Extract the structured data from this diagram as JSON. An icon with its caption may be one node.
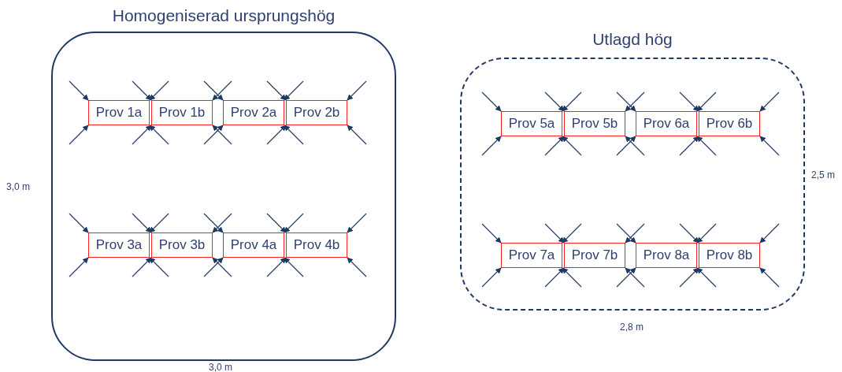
{
  "diagram": {
    "nodes": [
      {
        "text": [
          "Homogeniserad ursprungshög"
        ]
      },
      {
        "text": [
          "Prov 1a"
        ],
        "in": 0
      },
      {
        "text": [
          "Prov 1b"
        ],
        "in": 0
      },
      {
        "text": [
          "Prov 2a"
        ],
        "in": 0
      },
      {
        "text": [
          "Prov 2b"
        ],
        "in": 0
      },
      {
        "text": [
          "Prov 3a"
        ],
        "in": 0
      },
      {
        "text": [
          "Prov 3b"
        ],
        "in": 0
      },
      {
        "text": [
          "Prov 4a"
        ],
        "in": 0
      },
      {
        "text": [
          "Prov 4b"
        ],
        "in": 0
      },
      {
        "text": [
          "Utlagd hög"
        ]
      },
      {
        "text": [
          "Prov 5a"
        ],
        "in": 9
      },
      {
        "text": [
          "Prov 5b"
        ],
        "in": 9
      },
      {
        "text": [
          "Prov 6a"
        ],
        "in": 9
      },
      {
        "text": [
          "Prov 6b"
        ],
        "in": 9
      },
      {
        "text": [
          "Prov 7a"
        ],
        "in": 9
      },
      {
        "text": [
          "Prov 7b"
        ],
        "in": 9
      },
      {
        "text": [
          "Prov 8a"
        ],
        "in": 9
      },
      {
        "text": [
          "Prov 8b"
        ],
        "in": 9
      }
    ],
    "edges": [
      {
        "from": null,
        "to": 1,
        "arrow": "to"
      },
      {
        "from": null,
        "to": 1,
        "arrow": "to"
      },
      {
        "from": null,
        "to": 1,
        "arrow": "to"
      },
      {
        "from": null,
        "to": 1,
        "arrow": "to"
      },
      {
        "from": null,
        "to": 2,
        "arrow": "to"
      },
      {
        "from": null,
        "to": 2,
        "arrow": "to"
      },
      {
        "from": null,
        "to": 2,
        "arrow": "to"
      },
      {
        "from": null,
        "to": 2,
        "arrow": "to"
      },
      {
        "from": null,
        "to": 3,
        "arrow": "to"
      },
      {
        "from": null,
        "to": 3,
        "arrow": "to"
      },
      {
        "from": null,
        "to": 3,
        "arrow": "to"
      },
      {
        "from": null,
        "to": 3,
        "arrow": "to"
      },
      {
        "from": null,
        "to": 4,
        "arrow": "to"
      },
      {
        "from": null,
        "to": 4,
        "arrow": "to"
      },
      {
        "from": null,
        "to": 4,
        "arrow": "to"
      },
      {
        "from": null,
        "to": 4,
        "arrow": "to"
      },
      {
        "from": null,
        "to": 5,
        "arrow": "to"
      },
      {
        "from": null,
        "to": 5,
        "arrow": "to"
      },
      {
        "from": null,
        "to": 5,
        "arrow": "to"
      },
      {
        "from": null,
        "to": 5,
        "arrow": "to"
      },
      {
        "from": null,
        "to": 6,
        "arrow": "to"
      },
      {
        "from": null,
        "to": 6,
        "arrow": "to"
      },
      {
        "from": null,
        "to": 6,
        "arrow": "to"
      },
      {
        "from": null,
        "to": 6,
        "arrow": "to"
      },
      {
        "from": null,
        "to": 7,
        "arrow": "to"
      },
      {
        "from": null,
        "to": 7,
        "arrow": "to"
      },
      {
        "from": null,
        "to": 7,
        "arrow": "to"
      },
      {
        "from": null,
        "to": 7,
        "arrow": "to"
      },
      {
        "from": null,
        "to": 8,
        "arrow": "to"
      },
      {
        "from": null,
        "to": 8,
        "arrow": "to"
      },
      {
        "from": null,
        "to": 8,
        "arrow": "to"
      },
      {
        "from": null,
        "to": 8,
        "arrow": "to"
      },
      {
        "from": null,
        "to": 10,
        "arrow": "to"
      },
      {
        "from": null,
        "to": 10,
        "arrow": "to"
      },
      {
        "from": null,
        "to": 10,
        "arrow": "to"
      },
      {
        "from": null,
        "to": 10,
        "arrow": "to"
      },
      {
        "from": null,
        "to": 11,
        "arrow": "to"
      },
      {
        "from": null,
        "to": 11,
        "arrow": "to"
      },
      {
        "from": null,
        "to": 11,
        "arrow": "to"
      },
      {
        "from": null,
        "to": 11,
        "arrow": "to"
      },
      {
        "from": null,
        "to": 12,
        "arrow": "to"
      },
      {
        "from": null,
        "to": 12,
        "arrow": "to"
      },
      {
        "from": null,
        "to": 12,
        "arrow": "to"
      },
      {
        "from": null,
        "to": 12,
        "arrow": "to"
      },
      {
        "from": null,
        "to": 13,
        "arrow": "to"
      },
      {
        "from": null,
        "to": 13,
        "arrow": "to"
      },
      {
        "from": null,
        "to": 13,
        "arrow": "to"
      },
      {
        "from": null,
        "to": 13,
        "arrow": "to"
      },
      {
        "from": null,
        "to": 14,
        "arrow": "to"
      },
      {
        "from": null,
        "to": 14,
        "arrow": "to"
      },
      {
        "from": null,
        "to": 14,
        "arrow": "to"
      },
      {
        "from": null,
        "to": 14,
        "arrow": "to"
      },
      {
        "from": null,
        "to": 15,
        "arrow": "to"
      },
      {
        "from": null,
        "to": 15,
        "arrow": "to"
      },
      {
        "from": null,
        "to": 15,
        "arrow": "to"
      },
      {
        "from": null,
        "to": 15,
        "arrow": "to"
      },
      {
        "from": null,
        "to": 16,
        "arrow": "to"
      },
      {
        "from": null,
        "to": 16,
        "arrow": "to"
      },
      {
        "from": null,
        "to": 16,
        "arrow": "to"
      },
      {
        "from": null,
        "to": 16,
        "arrow": "to"
      },
      {
        "from": null,
        "to": 17,
        "arrow": "to"
      },
      {
        "from": null,
        "to": 17,
        "arrow": "to"
      },
      {
        "from": null,
        "to": 17,
        "arrow": "to"
      },
      {
        "from": null,
        "to": 17,
        "arrow": "to"
      }
    ],
    "labels": [
      "3,0 m",
      "2,5 m",
      "2,8 m",
      "3,0 m"
    ]
  }
}
